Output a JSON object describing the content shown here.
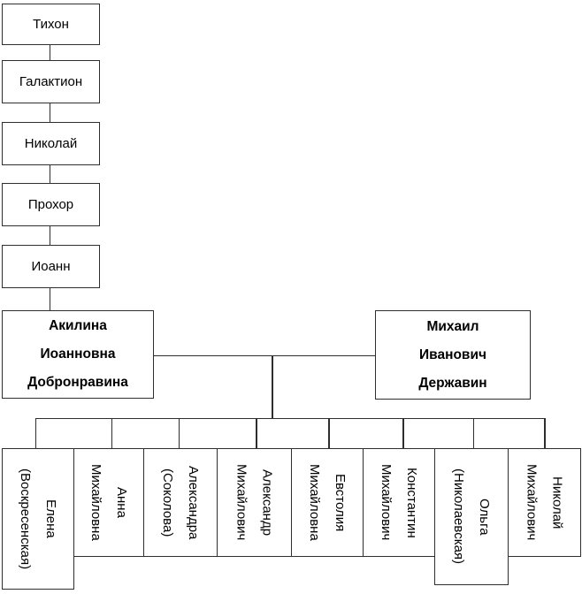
{
  "diagram": {
    "type": "family-tree",
    "colors": {
      "border": "#2e2e2e",
      "line": "#2e2e2e",
      "text": "#000000",
      "background": "#ffffff"
    },
    "ancestors": [
      {
        "name": "Тихон"
      },
      {
        "name": "Галактион"
      },
      {
        "name": "Николай"
      },
      {
        "name": "Прохор"
      },
      {
        "name": "Иоанн"
      }
    ],
    "parents": {
      "mother": {
        "line1": "Акилина",
        "line2": "Иоанновна",
        "line3": "Добронравина"
      },
      "father": {
        "line1": "Михаил",
        "line2": "Иванович",
        "line3": "Державин"
      }
    },
    "children": [
      {
        "line1": "Елена",
        "line2": "(Воскресенская)"
      },
      {
        "line1": "Анна",
        "line2": "Михайловна"
      },
      {
        "line1": "Александра",
        "line2": "(Соколова)"
      },
      {
        "line1": "Александр",
        "line2": "Михайлович"
      },
      {
        "line1": "Евстолия",
        "line2": "Михайловна"
      },
      {
        "line1": "Константин",
        "line2": "Михайлович"
      },
      {
        "line1": "Ольга",
        "line2": "(Николаевская)"
      },
      {
        "line1": "Николай",
        "line2": "Михайлович"
      }
    ]
  }
}
